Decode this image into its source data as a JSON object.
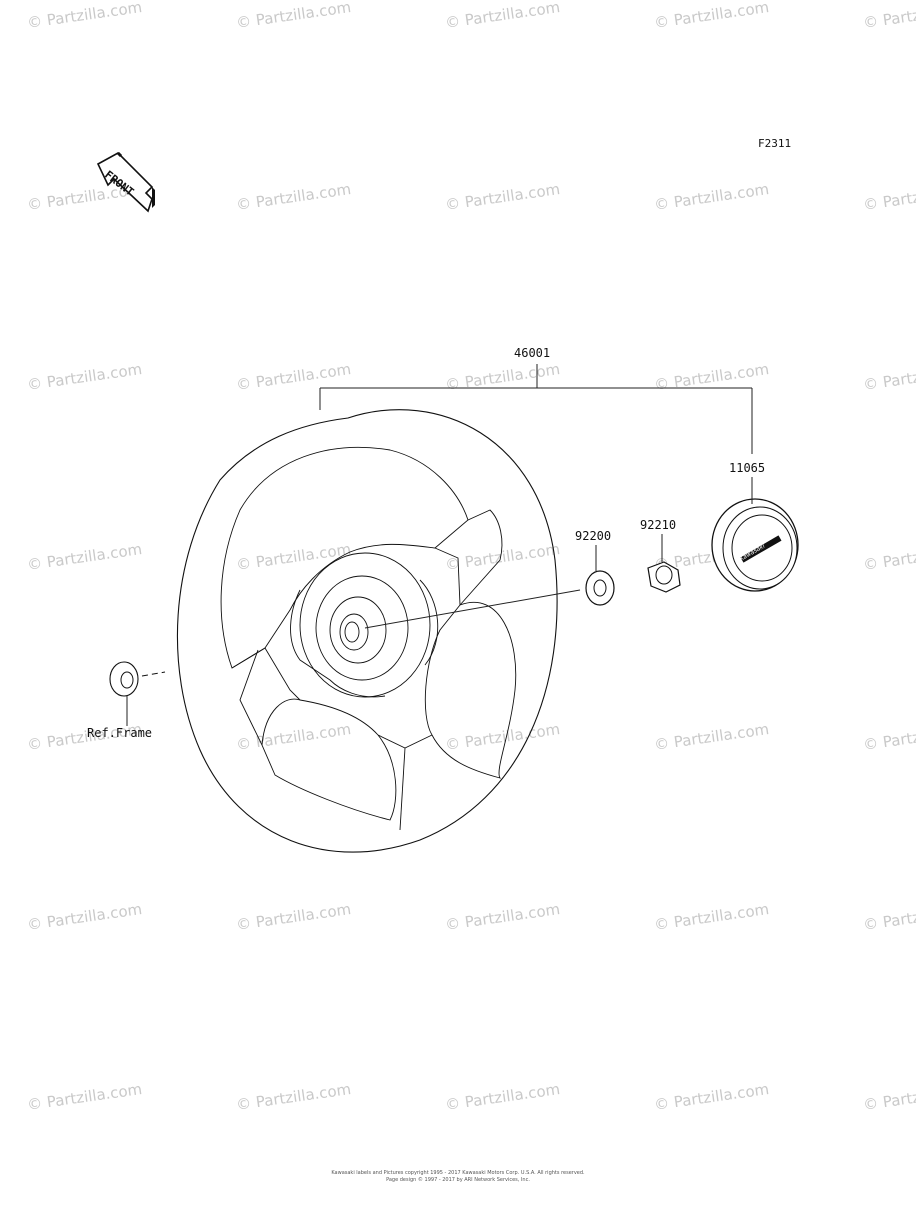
{
  "diagram": {
    "figure_code": "F2311",
    "front_label": "FRONT",
    "parts": {
      "assembly": "46001",
      "cap": "11065",
      "washer": "92200",
      "nut": "92210"
    },
    "reference_label": "Ref.Frame",
    "cap_logo": "Kawasaki",
    "footer_line1": "Kawasaki labels and Pictures copyright 1995 - 2017 Kawasaki Motors Corp. U.S.A. All rights reserved.",
    "footer_line2": "Page design © 1997 - 2017 by ARI Network Services, Inc."
  },
  "watermark": {
    "text": "© Partzilla.com",
    "color": "#c9c9c9"
  }
}
